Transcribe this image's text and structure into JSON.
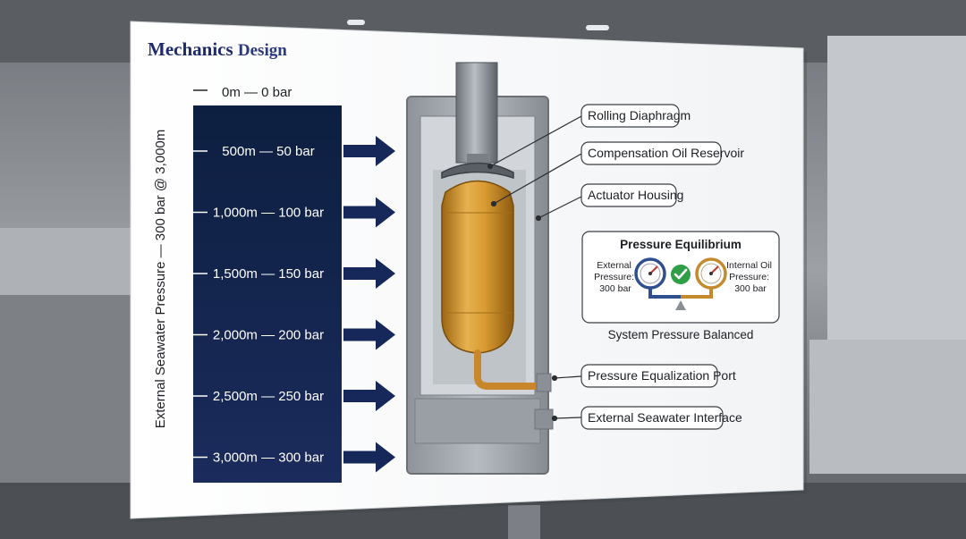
{
  "brand": {
    "part1": "Mechanics",
    "part2": "Design",
    "color": "#1d2a6e"
  },
  "depth_scale": {
    "axis_label": "External Seawater Pressure — 300 bar @ 3,000m",
    "top_label": "0m — 0 bar",
    "levels": [
      {
        "label": "500m — 50 bar"
      },
      {
        "label": "1,000m — 100 bar"
      },
      {
        "label": "1,500m — 150 bar"
      },
      {
        "label": "2,000m — 200 bar"
      },
      {
        "label": "2,500m — 250 bar"
      },
      {
        "label": "3,000m — 300 bar"
      }
    ],
    "gradient_top": "#0c1f3f",
    "gradient_bottom": "#1b2c5e"
  },
  "callouts": {
    "rolling_diaphragm": "Rolling Diaphragm",
    "compensation_oil": "Compensation Oil Reservoir",
    "actuator_housing": "Actuator Housing",
    "equalization_port": "Pressure Equalization Port",
    "seawater_interface": "External Seawater Interface"
  },
  "equilibrium": {
    "title": "Pressure Equilibrium",
    "external_label": "External Pressure: 300 bar",
    "internal_label": "Internal Oil Pressure: 300 bar",
    "status": "System Pressure Balanced",
    "check_icon": "check-icon",
    "gauge_left_color": "#2f4f8f",
    "gauge_right_color": "#c58a2e"
  }
}
